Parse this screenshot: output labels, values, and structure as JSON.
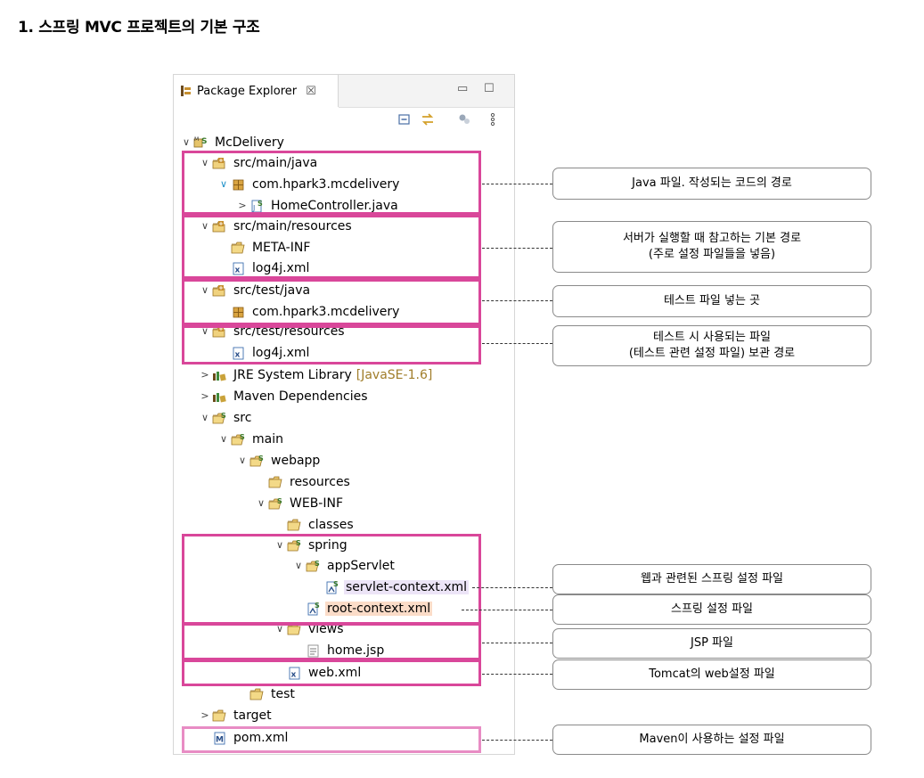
{
  "heading": "1. 스프링 MVC 프로젝트의 기본 구조",
  "panel": {
    "tab_title": "Package Explorer",
    "tab_close": "☒",
    "minimize": "▭",
    "maximize": "☐"
  },
  "tree": [
    {
      "label": "McDelivery",
      "toggle": "∨",
      "icon": "project-icon"
    },
    {
      "label": "src/main/java",
      "toggle": "∨",
      "icon": "source-folder-icon"
    },
    {
      "label": "com.hpark3.mcdelivery",
      "toggle": "∨",
      "icon": "package-icon"
    },
    {
      "label": "HomeController.java",
      "toggle": ">",
      "icon": "java-file-icon"
    },
    {
      "label": "src/main/resources",
      "toggle": "∨",
      "icon": "source-folder-icon"
    },
    {
      "label": "META-INF",
      "toggle": "",
      "icon": "folder-icon"
    },
    {
      "label": "log4j.xml",
      "toggle": "",
      "icon": "xml-file-icon"
    },
    {
      "label": "src/test/java",
      "toggle": "∨",
      "icon": "source-folder-icon"
    },
    {
      "label": "com.hpark3.mcdelivery",
      "toggle": "",
      "icon": "package-icon"
    },
    {
      "label": "src/test/resources",
      "toggle": "∨",
      "icon": "source-folder-icon"
    },
    {
      "label": "log4j.xml",
      "toggle": "",
      "icon": "xml-file-icon"
    },
    {
      "label": "JRE System Library",
      "suffix": "[JavaSE-1.6]",
      "toggle": ">",
      "icon": "library-icon"
    },
    {
      "label": "Maven Dependencies",
      "toggle": ">",
      "icon": "library-icon"
    },
    {
      "label": "src",
      "toggle": "∨",
      "icon": "spring-folder-icon"
    },
    {
      "label": "main",
      "toggle": "∨",
      "icon": "spring-folder-icon"
    },
    {
      "label": "webapp",
      "toggle": "∨",
      "icon": "spring-folder-icon"
    },
    {
      "label": "resources",
      "toggle": "",
      "icon": "folder-icon"
    },
    {
      "label": "WEB-INF",
      "toggle": "∨",
      "icon": "spring-folder-icon"
    },
    {
      "label": "classes",
      "toggle": "",
      "icon": "folder-icon"
    },
    {
      "label": "spring",
      "toggle": "∨",
      "icon": "spring-folder-icon"
    },
    {
      "label": "appServlet",
      "toggle": "∨",
      "icon": "spring-folder-icon"
    },
    {
      "label": "servlet-context.xml",
      "toggle": "",
      "icon": "spring-xml-icon"
    },
    {
      "label": "root-context.xml",
      "toggle": "",
      "icon": "spring-xml-icon"
    },
    {
      "label": "views",
      "toggle": "∨",
      "icon": "folder-icon"
    },
    {
      "label": "home.jsp",
      "toggle": "",
      "icon": "jsp-file-icon"
    },
    {
      "label": "web.xml",
      "toggle": "",
      "icon": "xml-file-icon"
    },
    {
      "label": "test",
      "toggle": "",
      "icon": "folder-icon"
    },
    {
      "label": "target",
      "toggle": ">",
      "icon": "folder-icon"
    },
    {
      "label": "pom.xml",
      "toggle": "",
      "icon": "maven-file-icon"
    }
  ],
  "callouts": [
    {
      "line1": "Java 파일. 작성되는 코드의 경로",
      "line2": ""
    },
    {
      "line1": "서버가 실행할 때 참고하는 기본 경로",
      "line2": "(주로 설정 파일들을 넣음)"
    },
    {
      "line1": "테스트 파일 넣는 곳",
      "line2": ""
    },
    {
      "line1": "테스트 시 사용되는 파일",
      "line2": "(테스트 관련 설정 파일) 보관 경로"
    },
    {
      "line1": "웹과 관련된 스프링 설정 파일",
      "line2": ""
    },
    {
      "line1": "스프링 설정 파일",
      "line2": ""
    },
    {
      "line1": "JSP 파일",
      "line2": ""
    },
    {
      "line1": "Tomcat의 web설정 파일",
      "line2": ""
    },
    {
      "line1": "Maven이 사용하는 설정 파일",
      "line2": ""
    }
  ],
  "colors": {
    "highlight_box": "#d9479a",
    "highlight_box_light": "#e88cc4",
    "selection_purple": "#ece4f7",
    "selection_orange": "#fbdcc8",
    "muted_suffix": "#a07d2a"
  }
}
